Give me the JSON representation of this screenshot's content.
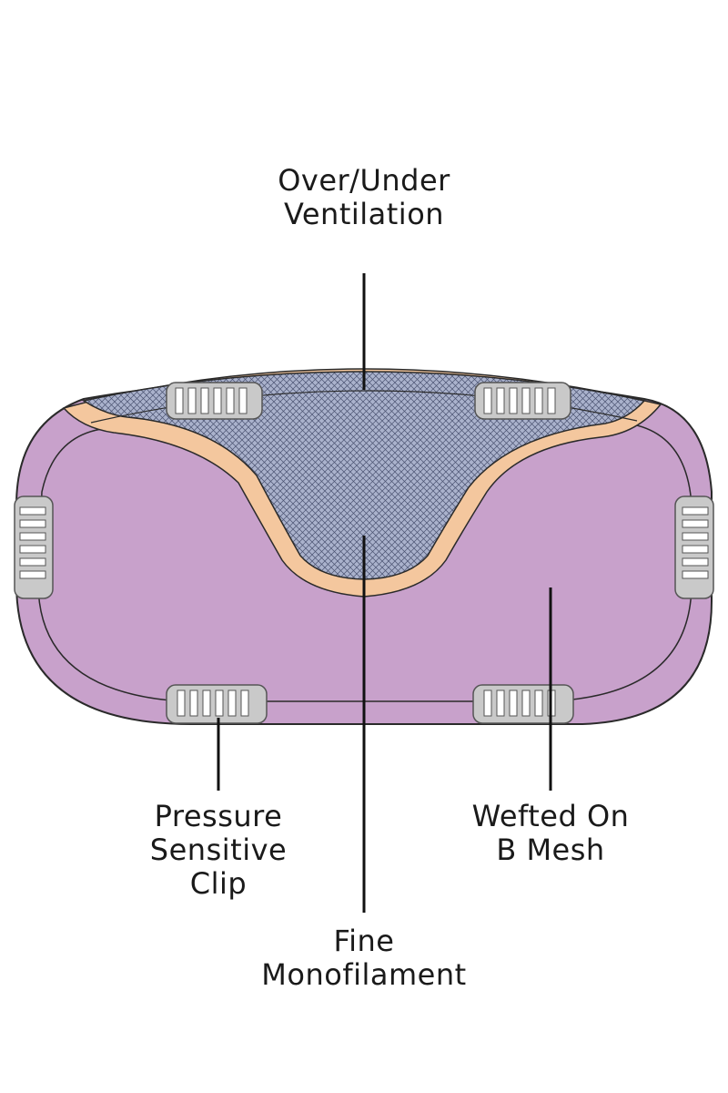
{
  "labels": {
    "ventilation": {
      "line1": "Over/Under",
      "line2": "Ventilation"
    },
    "clip": {
      "line1": "Pressure",
      "line2": "Sensitive",
      "line3": "Clip"
    },
    "mesh": {
      "line1": "Wefted On",
      "line2": "B Mesh"
    },
    "monofilament": {
      "line1": "Fine",
      "line2": "Monofilament"
    }
  },
  "colors": {
    "base": "#c8a1cb",
    "mesh": "#aab2cc",
    "mesh_lines": "#4a5270",
    "trim": "#f4c79e",
    "clip": "#c9c9c9",
    "outline": "#2a2a2a"
  }
}
